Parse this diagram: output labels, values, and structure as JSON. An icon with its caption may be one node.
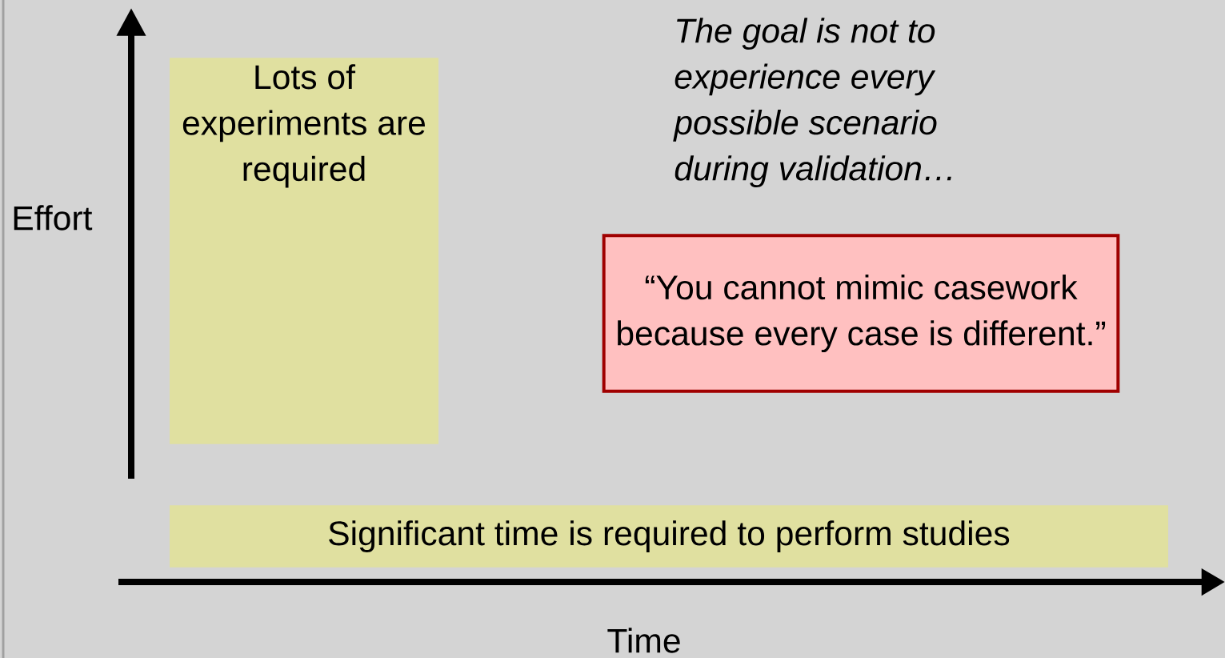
{
  "diagram": {
    "nodes": [
      {
        "text": [
          "Lots of experiments are required"
        ]
      },
      {
        "text": [
          "“You cannot mimic casework because every case is different.”"
        ]
      },
      {
        "text": [
          "Significant time is required to perform studies"
        ]
      }
    ],
    "labels": [
      "The goal is not to experience every possible scenario during validation…",
      "Effort",
      "Time"
    ]
  }
}
